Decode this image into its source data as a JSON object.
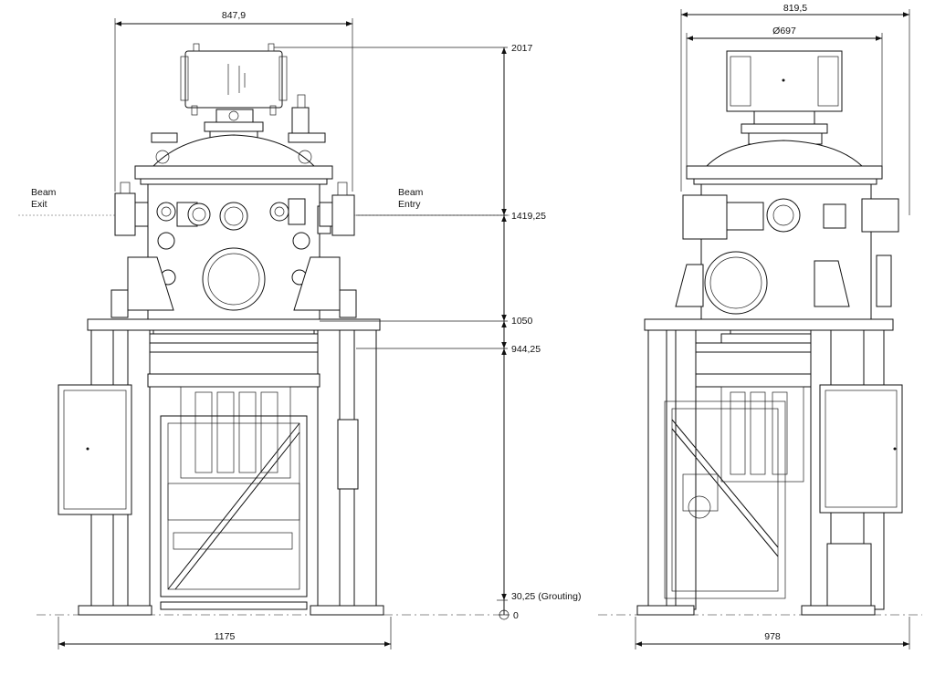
{
  "front_view": {
    "labels": {
      "beam_exit": [
        "Beam",
        "Exit"
      ],
      "beam_entry": [
        "Beam",
        "Entry"
      ]
    },
    "dimensions": {
      "top_width": "847,9",
      "base_width": "1175",
      "h_top": "2017",
      "h_beam": "1419,25",
      "h_flange": "1050",
      "h_frame": "944,25",
      "h_grout": "30,25 (Grouting)",
      "h_zero": "0"
    }
  },
  "side_view": {
    "dimensions": {
      "top_width": "819,5",
      "diameter": "Ø697",
      "base_width": "978"
    }
  }
}
